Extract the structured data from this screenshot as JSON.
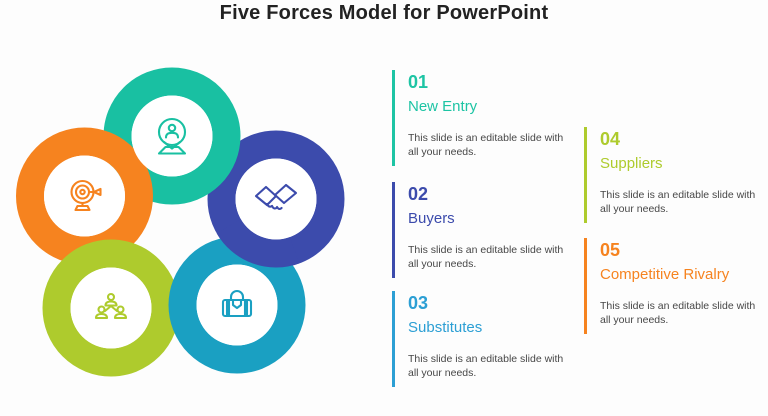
{
  "title": "Five Forces Model for PowerPoint",
  "forces": [
    {
      "number": "01",
      "title": "New Entry",
      "description": "This slide is an editable slide with all your needs.",
      "color": "#1dc4a4",
      "icon": "person-location-icon"
    },
    {
      "number": "02",
      "title": "Buyers",
      "description": "This slide is an editable slide with all your needs.",
      "color": "#3c4bac",
      "icon": "handshake-icon"
    },
    {
      "number": "03",
      "title": "Substitutes",
      "description": "This slide is an editable slide with all your needs.",
      "color": "#2c9fd4",
      "icon": "briefcase-icon"
    },
    {
      "number": "04",
      "title": "Suppliers",
      "description": "This slide is an editable slide with all your needs.",
      "color": "#aecb2d",
      "icon": "people-network-icon"
    },
    {
      "number": "05",
      "title": "Competitive Rivalry",
      "description": "This slide is an editable slide with all your needs.",
      "color": "#f6831f",
      "icon": "target-icon"
    }
  ],
  "diagram": {
    "rings": [
      {
        "name": "new-entry",
        "position": "top",
        "color": "#19c0a2",
        "icon": "person-location-icon"
      },
      {
        "name": "competitive-rivalry",
        "position": "left",
        "color": "#f6831f",
        "icon": "target-icon"
      },
      {
        "name": "buyers",
        "position": "right",
        "color": "#3c4bac",
        "icon": "handshake-icon"
      },
      {
        "name": "suppliers",
        "position": "bottom-left",
        "color": "#aecb2d",
        "icon": "people-network-icon"
      },
      {
        "name": "substitutes",
        "position": "bottom-right",
        "color": "#1aa0c2",
        "icon": "briefcase-icon"
      }
    ]
  }
}
